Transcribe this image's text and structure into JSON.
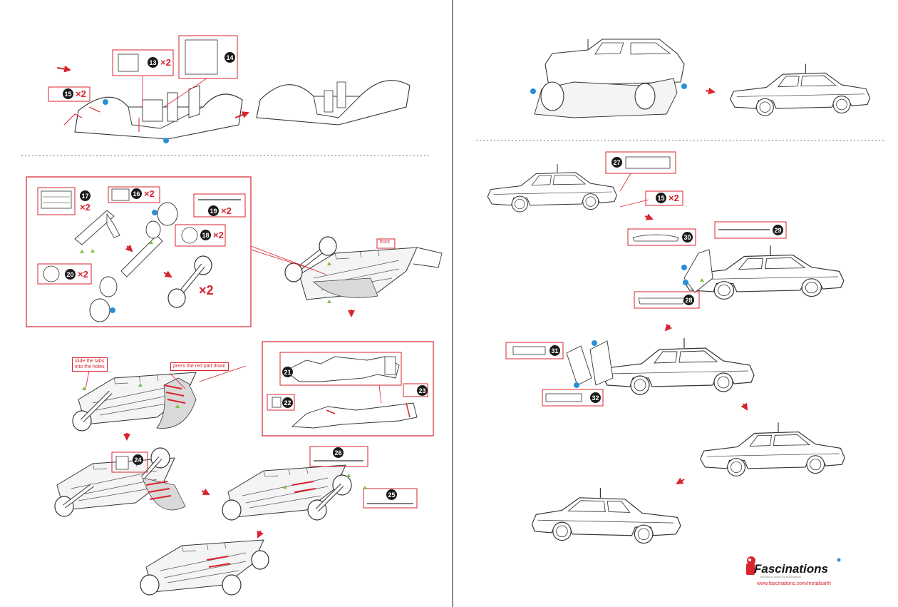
{
  "colors": {
    "accent": "#d9232d",
    "line": "#333333",
    "dot_blue": "#2a8fd6",
    "dot_green": "#7fbf3f",
    "shade": "#d9d9d9"
  },
  "parts": {
    "p13": {
      "num": "13",
      "mult": "×2"
    },
    "p14": {
      "num": "14"
    },
    "p15": {
      "num": "15",
      "mult": "×2"
    },
    "p16": {
      "num": "16",
      "mult": "×2"
    },
    "p17": {
      "num": "17",
      "mult": "×2"
    },
    "p18": {
      "num": "18",
      "mult": "×2"
    },
    "p19": {
      "num": "19",
      "mult": "×2"
    },
    "p20": {
      "num": "20",
      "mult": "×2"
    },
    "p21": {
      "num": "21"
    },
    "p22": {
      "num": "22"
    },
    "p23": {
      "num": "23"
    },
    "p24": {
      "num": "24"
    },
    "p25": {
      "num": "25"
    },
    "p26": {
      "num": "26"
    },
    "p27": {
      "num": "27"
    },
    "p15b": {
      "num": "15",
      "mult": "×2"
    },
    "p28": {
      "num": "28"
    },
    "p29": {
      "num": "29"
    },
    "p30": {
      "num": "30"
    },
    "p31": {
      "num": "31"
    },
    "p32": {
      "num": "32"
    }
  },
  "axle_mult": "×2",
  "notes": {
    "front": "front",
    "slide_tabs": "slide the tabs into the holes",
    "press_red": "press the red part down"
  },
  "branding": {
    "name": "Fascinations",
    "tagline": "curiosity is fueled by fascinations",
    "url": "www.fascinations.com/metalearth"
  }
}
